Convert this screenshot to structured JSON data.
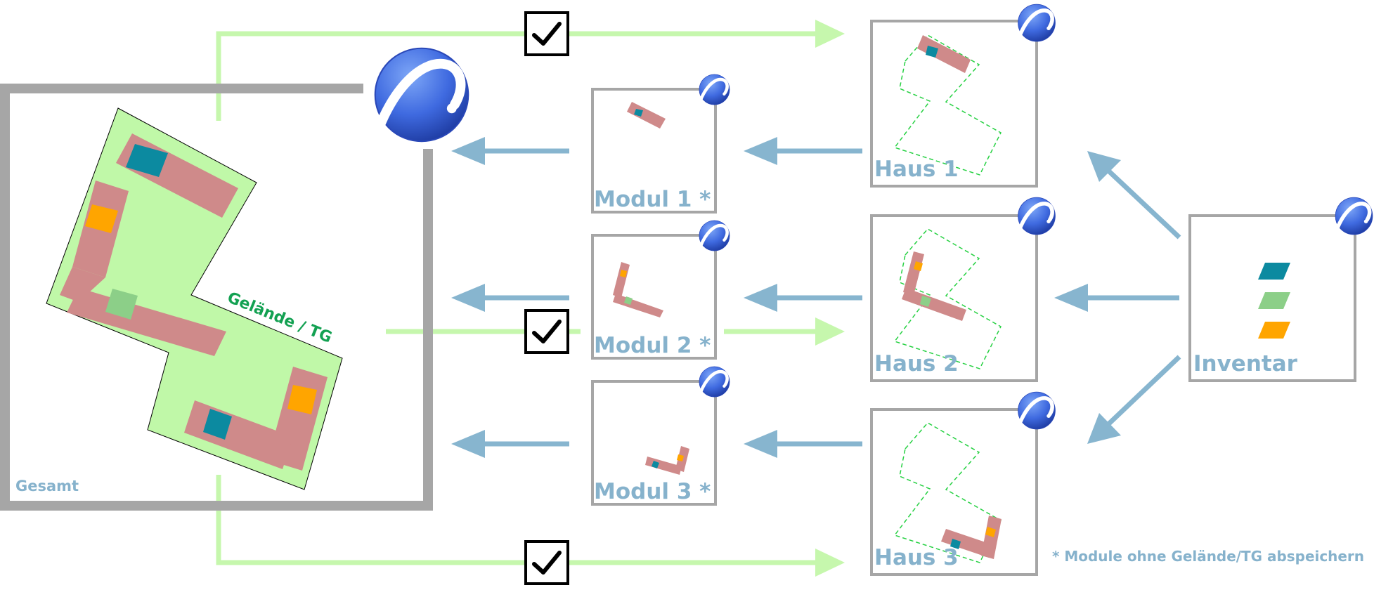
{
  "labels": {
    "gesamt": "Gesamt",
    "terrain": "Gelände / TG",
    "modul1": "Modul 1 *",
    "modul2": "Modul 2 *",
    "modul3": "Modul 3 *",
    "haus1": "Haus 1",
    "haus2": "Haus 2",
    "haus3": "Haus 3",
    "inventar": "Inventar",
    "footnote": "* Module ohne Gelände/TG abspeichern"
  },
  "icons": {
    "app_logo": "archicad-logo-icon",
    "checkbox": "checked-checkbox-icon"
  },
  "colors": {
    "frame": "#a6a6a6",
    "terrain": "#c0f8a8",
    "building": "#cf8a8a",
    "teal": "#0c8aa0",
    "orange": "#ffa500",
    "green_block": "#8ccf88",
    "blue_arrow": "#87b5cf",
    "green_arrow": "#c6f7ad",
    "label": "#86b2cc",
    "terrain_label": "#13a152"
  }
}
